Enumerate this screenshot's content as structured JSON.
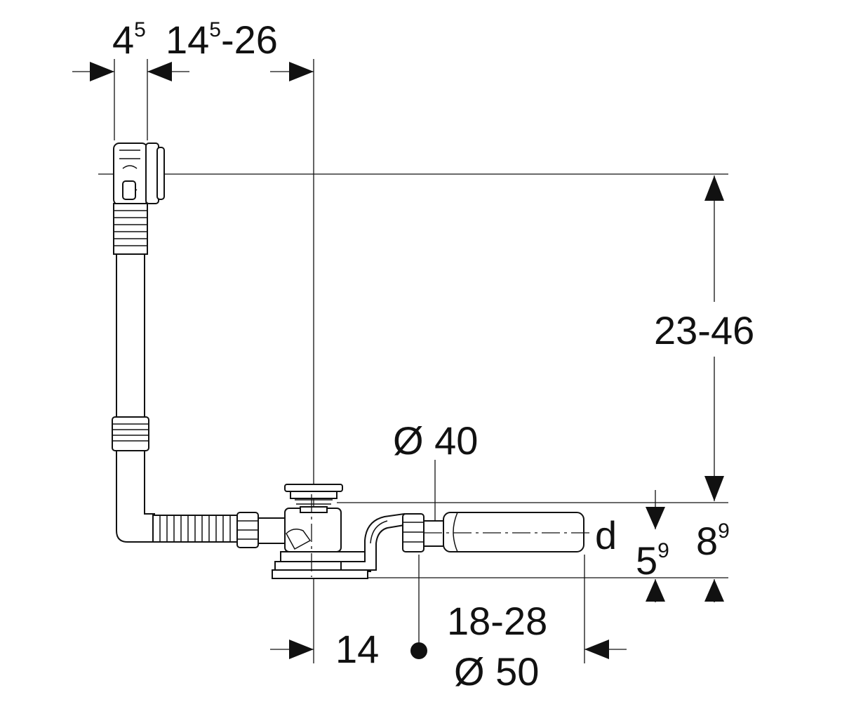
{
  "labels": {
    "top_left_base": "4",
    "top_left_sup": "5",
    "top_mid_base": "14",
    "top_mid_sup": "5",
    "top_mid_tail": "-26",
    "height_range": "23-46",
    "pipe_diameter_small": "Ø 40",
    "pipe_end_letter": "d",
    "small_offset_base": "5",
    "small_offset_sup": "9",
    "large_offset_base": "8",
    "large_offset_sup": "9",
    "bottom_left": "14",
    "bottom_range": "18-28",
    "pipe_diameter_large": "Ø 50"
  },
  "icons": {
    "waste_overflow_assembly": "bath-waste-and-overflow-drawing",
    "dimension_arrow": "filled-triangle-arrow"
  }
}
